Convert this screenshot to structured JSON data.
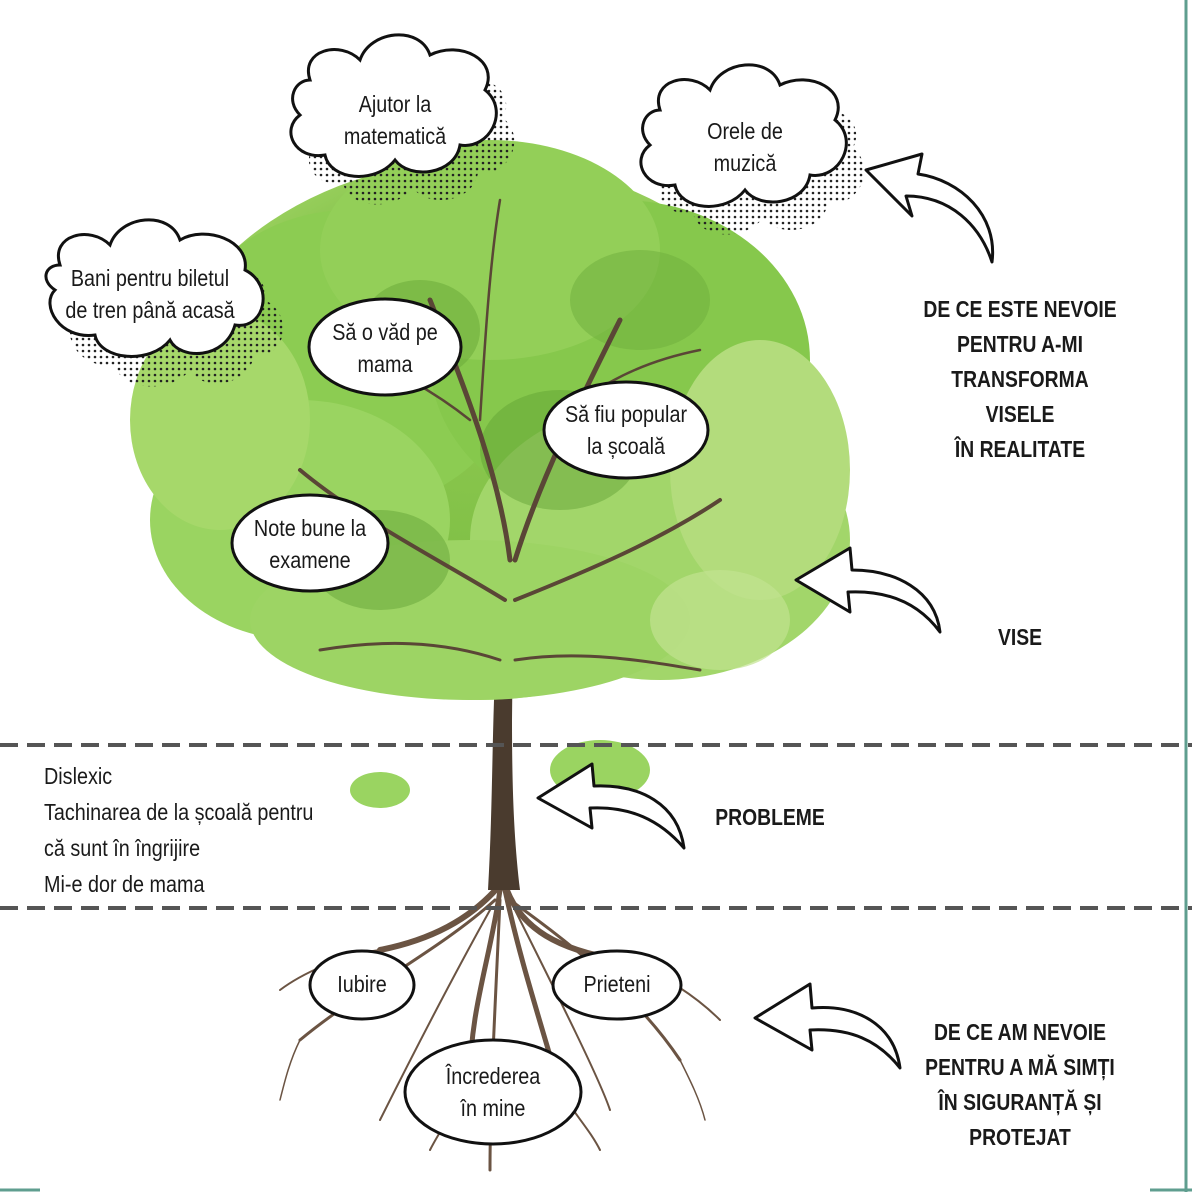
{
  "dreams": {
    "bubbles": [
      {
        "lines": [
          "Să o văd pe",
          "mama"
        ]
      },
      {
        "lines": [
          "Să fiu popular",
          "la școală"
        ]
      },
      {
        "lines": [
          "Note bune la",
          "examene"
        ]
      }
    ]
  },
  "needs_for_dreams": {
    "clouds": [
      {
        "lines": [
          "Ajutor la",
          "matematică"
        ]
      },
      {
        "lines": [
          "Orele de",
          "muzică"
        ]
      },
      {
        "lines": [
          "Bani pentru biletul",
          "de  tren până acasă"
        ]
      }
    ]
  },
  "problems": {
    "lines": [
      "Dislexic",
      "Tachinarea de la școală pentru",
      "că sunt în îngrijire",
      "Mi-e dor de mama"
    ]
  },
  "roots": {
    "bubbles": [
      {
        "lines": [
          "Iubire"
        ]
      },
      {
        "lines": [
          "Prieteni"
        ]
      },
      {
        "lines": [
          "Încrederea",
          "în mine"
        ]
      }
    ]
  },
  "headings": {
    "needs_dreams": [
      "DE CE ESTE NEVOIE",
      "PENTRU A-MI",
      "TRANSFORMA",
      "VISELE",
      "ÎN REALITATE"
    ],
    "dreams": "VISE",
    "problems": "PROBLEME",
    "needs_safe": [
      "DE CE AM NEVOIE",
      "PENTRU A MĂ SIMȚI",
      "ÎN SIGURANȚĂ ȘI",
      "PROTEJAT"
    ]
  },
  "colors": {
    "foliage_light": "#a6d86a",
    "foliage_mid": "#7fbf45",
    "foliage_dark": "#4f8f2a",
    "trunk": "#4a3b2e",
    "root": "#6b5443",
    "divider": "#555555",
    "frame": "#5f9e8f"
  }
}
